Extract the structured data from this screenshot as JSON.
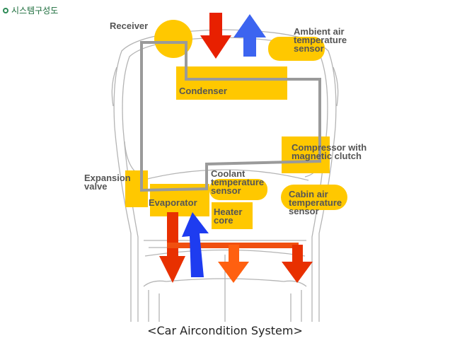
{
  "header": {
    "title": "시스템구성도",
    "icon": "bullet-circle-icon"
  },
  "labels": {
    "receiver": "Receiver",
    "ambient_sensor": "Ambient air\ntemperature\nsensor",
    "condenser": "Condenser",
    "compressor": "Compressor with\nmagnetic clutch",
    "expansion_valve": "Expansion\nvalve",
    "coolant_sensor": "Coolant\ntemperature\nsensor",
    "cabin_sensor": "Cabin air\ntemperature\nsensor",
    "evaporator": "Evaporator",
    "heater_core": "Heater\ncore"
  },
  "caption": "<Car Aircondition System>",
  "colors": {
    "component": "#FFC800",
    "pipe": "#9a9a9a",
    "hot_air": "#E82000",
    "hot_air_light": "#FF6010",
    "cold_air": "#1E3CF0",
    "outline": "#b4b4b4",
    "label": "#555555"
  }
}
